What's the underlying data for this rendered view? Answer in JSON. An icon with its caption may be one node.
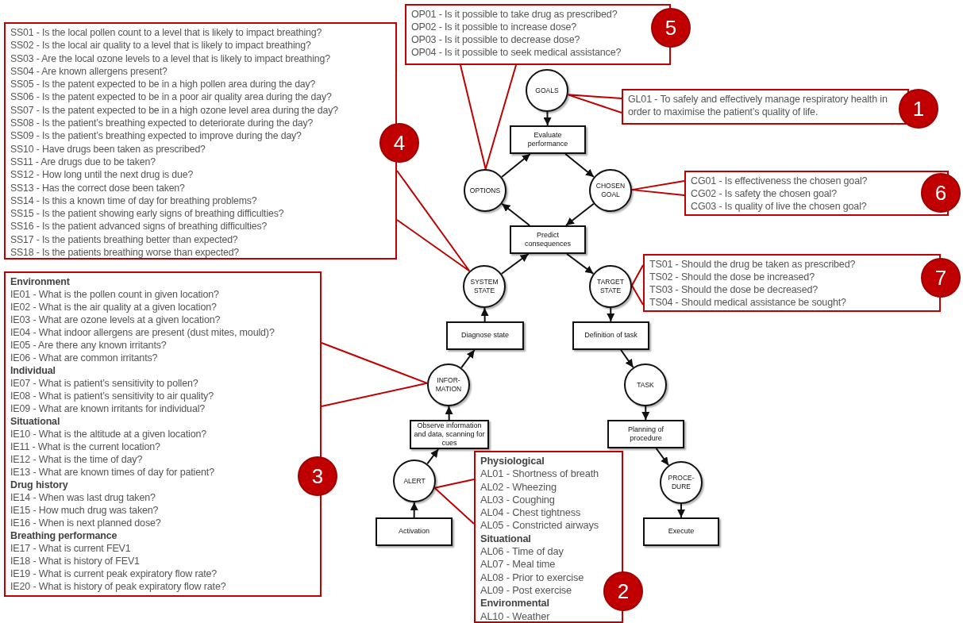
{
  "diagram": {
    "nodes": [
      {
        "text": [
          "GOALS"
        ]
      },
      {
        "text": [
          "Evaluate performance"
        ]
      },
      {
        "text": [
          "OPTIONS"
        ]
      },
      {
        "text": [
          "CHOSEN GOAL"
        ]
      },
      {
        "text": [
          "Predict consequences"
        ]
      },
      {
        "text": [
          "SYSTEM STATE"
        ]
      },
      {
        "text": [
          "TARGET STATE"
        ]
      },
      {
        "text": [
          "Diagnose state"
        ]
      },
      {
        "text": [
          "Definition of task"
        ]
      },
      {
        "text": [
          "INFOR- MATION"
        ]
      },
      {
        "text": [
          "TASK"
        ]
      },
      {
        "text": [
          "Observe information and data, scanning for cues"
        ]
      },
      {
        "text": [
          "Planning of procedure"
        ]
      },
      {
        "text": [
          "ALERT"
        ]
      },
      {
        "text": [
          "PROCE- DURE"
        ]
      },
      {
        "text": [
          "Activation"
        ]
      },
      {
        "text": [
          "Execute"
        ]
      },
      {
        "text": [
          "GL01 - To safely and effectively manage respiratory health in order to maximise the patient’s quality of life."
        ]
      },
      {
        "text": [
          "OP01 - Is it possible to take drug as prescribed?",
          "OP02 - Is it possible to increase dose?",
          "OP03 - Is it possible to decrease dose?",
          "OP04 - Is it possible to seek medical assistance?"
        ]
      },
      {
        "text": [
          "SS01 - Is the local pollen count to a level that is likely to impact breathing?",
          "SS02 - Is the local air quality to a level that is likely to impact breathing?",
          "SS03 - Are the local ozone levels to a level that is likely to impact breathing?",
          "SS04 - Are known allergens present?",
          "SS05 - Is the patent expected to be in a high pollen area during the day?",
          "SS06 - Is the patent expected to be in a poor air quality area during the day?",
          "SS07 - Is the patent expected to be in a high ozone level area during the day?",
          "SS08 - Is the patient’s breathing expected to deteriorate during the day?",
          "SS09 - Is the patient’s breathing expected to improve during the day?",
          "SS10 - Have drugs been taken as prescribed?",
          "SS11 - Are drugs due to be taken?",
          "SS12 - How long until the next drug is due?",
          "SS13 - Has the correct dose been taken?",
          "SS14 - Is this a known time of day for breathing problems?",
          "SS15 - Is the patient showing early signs of breathing difficulties?",
          "SS16 - Is the patient advanced signs of breathing difficulties?",
          "SS17 - Is the patients breathing better than expected?",
          "SS18 - Is the patients breathing worse than expected?"
        ]
      },
      {
        "text": [
          "CG01 - Is effectiveness the chosen goal?",
          "CG02 - Is safety the chosen goal?",
          "CG03 - Is quality of live the chosen goal?"
        ]
      },
      {
        "text": [
          "TS01 - Should the drug be taken as prescribed?",
          "TS02 - Should the dose be increased?",
          "TS03 - Should the dose be decreased?",
          "TS04 - Should medical assistance be sought?"
        ]
      },
      {
        "text": [
          "Environment",
          "IE01 - What is the pollen count in given location?",
          "IE02 - What is the air quality at a given location?",
          "IE03 - What are ozone levels at a given location?",
          "IE04 - What indoor allergens are present (dust mites, mould)?",
          "IE05 - Are there any known irritants?",
          "IE06 - What are common irritants?",
          "Individual",
          "IE07 - What is patient’s sensitivity to pollen?",
          "IE08 - What is patient’s sensitivity to air quality?",
          "IE09 - What are known irritants for individual?",
          "Situational",
          "IE10 - What is the altitude at a given location?",
          "IE11 - What is the current location?",
          "IE12 - What is the time of day?",
          "IE13 - What are known times of day for patient?",
          "Drug history",
          "IE14 - When was last drug taken?",
          "IE15 - How much drug was taken?",
          "IE16 - When is next planned dose?",
          "Breathing performance",
          "IE17 - What is current FEV1",
          "IE18 - What is history of FEV1",
          "IE19 - What is current peak expiratory flow rate?",
          "IE20 - What is history of peak expiratory flow rate?"
        ]
      },
      {
        "text": [
          "Physiological",
          "AL01 - Shortness of breath",
          "AL02 - Wheezing",
          "AL03 - Coughing",
          "AL04 - Chest tightness",
          "AL05 - Constricted airways",
          "Situational",
          "AL06 - Time of day",
          "AL07 - Meal time",
          "AL08 - Prior to exercise",
          "AL09 - Post exercise",
          "Environmental",
          "AL10 - Weather"
        ]
      },
      {
        "text": [
          "1"
        ]
      },
      {
        "text": [
          "2"
        ]
      },
      {
        "text": [
          "3"
        ]
      },
      {
        "text": [
          "4"
        ]
      },
      {
        "text": [
          "5"
        ]
      },
      {
        "text": [
          "6"
        ]
      },
      {
        "text": [
          "7"
        ]
      }
    ],
    "edges": [
      {
        "from": 0,
        "to": 1,
        "arrow": "to"
      },
      {
        "from": 1,
        "to": 3,
        "arrow": "to"
      },
      {
        "from": 2,
        "to": 1,
        "arrow": "to"
      },
      {
        "from": 3,
        "to": 4,
        "arrow": "to"
      },
      {
        "from": 4,
        "to": 2,
        "arrow": "to"
      },
      {
        "from": 5,
        "to": 4,
        "arrow": "to"
      },
      {
        "from": 4,
        "to": 6,
        "arrow": "to"
      },
      {
        "from": 7,
        "to": 5,
        "arrow": "to"
      },
      {
        "from": 6,
        "to": 8,
        "arrow": "to"
      },
      {
        "from": 9,
        "to": 7,
        "arrow": "to"
      },
      {
        "from": 8,
        "to": 10,
        "arrow": "to"
      },
      {
        "from": 11,
        "to": 9,
        "arrow": "to"
      },
      {
        "from": 10,
        "to": 12,
        "arrow": "to"
      },
      {
        "from": 13,
        "to": 11,
        "arrow": "to"
      },
      {
        "from": 12,
        "to": 14,
        "arrow": "to"
      },
      {
        "from": 15,
        "to": 13,
        "arrow": "to"
      },
      {
        "from": 14,
        "to": 16,
        "arrow": "to"
      },
      {
        "from": 17,
        "to": 0,
        "arrow": "none",
        "color": "#c00000"
      },
      {
        "from": 18,
        "to": 2,
        "arrow": "none",
        "color": "#c00000"
      },
      {
        "from": 19,
        "to": 5,
        "arrow": "none",
        "color": "#c00000"
      },
      {
        "from": 20,
        "to": 3,
        "arrow": "none",
        "color": "#c00000"
      },
      {
        "from": 21,
        "to": 6,
        "arrow": "none",
        "color": "#c00000"
      },
      {
        "from": 22,
        "to": 9,
        "arrow": "none",
        "color": "#c00000"
      },
      {
        "from": 23,
        "to": 13,
        "arrow": "none",
        "color": "#c00000"
      }
    ]
  }
}
